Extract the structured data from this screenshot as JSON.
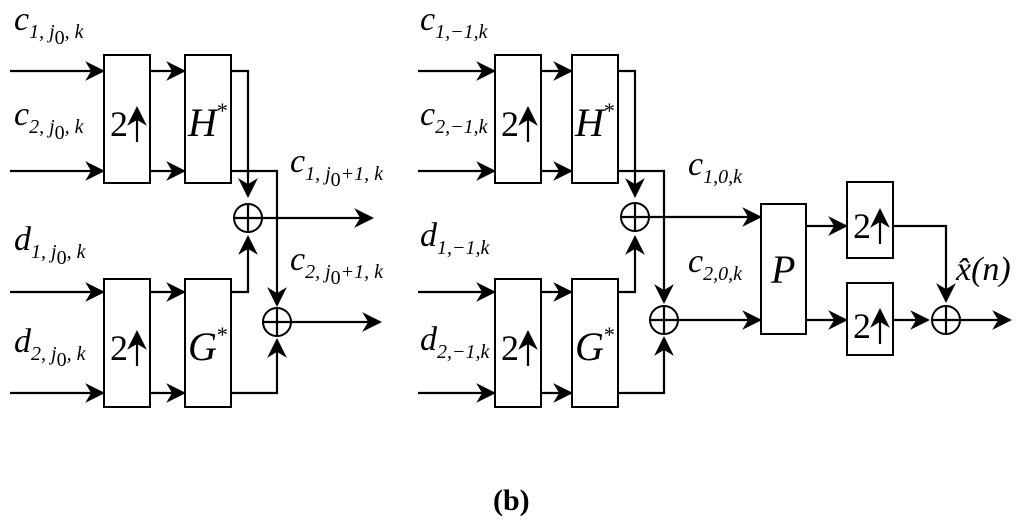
{
  "caption": "(b)",
  "left": {
    "inputs": {
      "c1": {
        "base": "c",
        "sub": "1, j",
        "sub0": "0",
        "subtail": ", k"
      },
      "c2": {
        "base": "c",
        "sub": "2, j",
        "sub0": "0",
        "subtail": ", k"
      },
      "d1": {
        "base": "d",
        "sub": "1, j",
        "sub0": "0",
        "subtail": ", k"
      },
      "d2": {
        "base": "d",
        "sub": "2, j",
        "sub0": "0",
        "subtail": ", k"
      }
    },
    "upsampler_top": "2",
    "upsampler_bottom": "2",
    "filter_top": "H",
    "filter_bottom": "G",
    "filter_sup": "*",
    "out1": {
      "base": "c",
      "sub": "1, j",
      "sub0": "0",
      "subtail": "+1, k"
    },
    "out2": {
      "base": "c",
      "sub": "2, j",
      "sub0": "0",
      "subtail": "+1, k"
    }
  },
  "right": {
    "inputs": {
      "c1": {
        "base": "c",
        "sub": "1,−1,k"
      },
      "c2": {
        "base": "c",
        "sub": "2,−1,k"
      },
      "d1": {
        "base": "d",
        "sub": "1,−1,k"
      },
      "d2": {
        "base": "d",
        "sub": "2,−1,k"
      }
    },
    "upsampler_top": "2",
    "upsampler_bottom": "2",
    "filter_top": "H",
    "filter_bottom": "G",
    "filter_sup": "*",
    "mid1": {
      "base": "c",
      "sub": "1,0,k"
    },
    "mid2": {
      "base": "c",
      "sub": "2,0,k"
    },
    "p_block": "P",
    "post_up_top": "2",
    "post_up_bottom": "2",
    "output": "x̂(n)"
  }
}
